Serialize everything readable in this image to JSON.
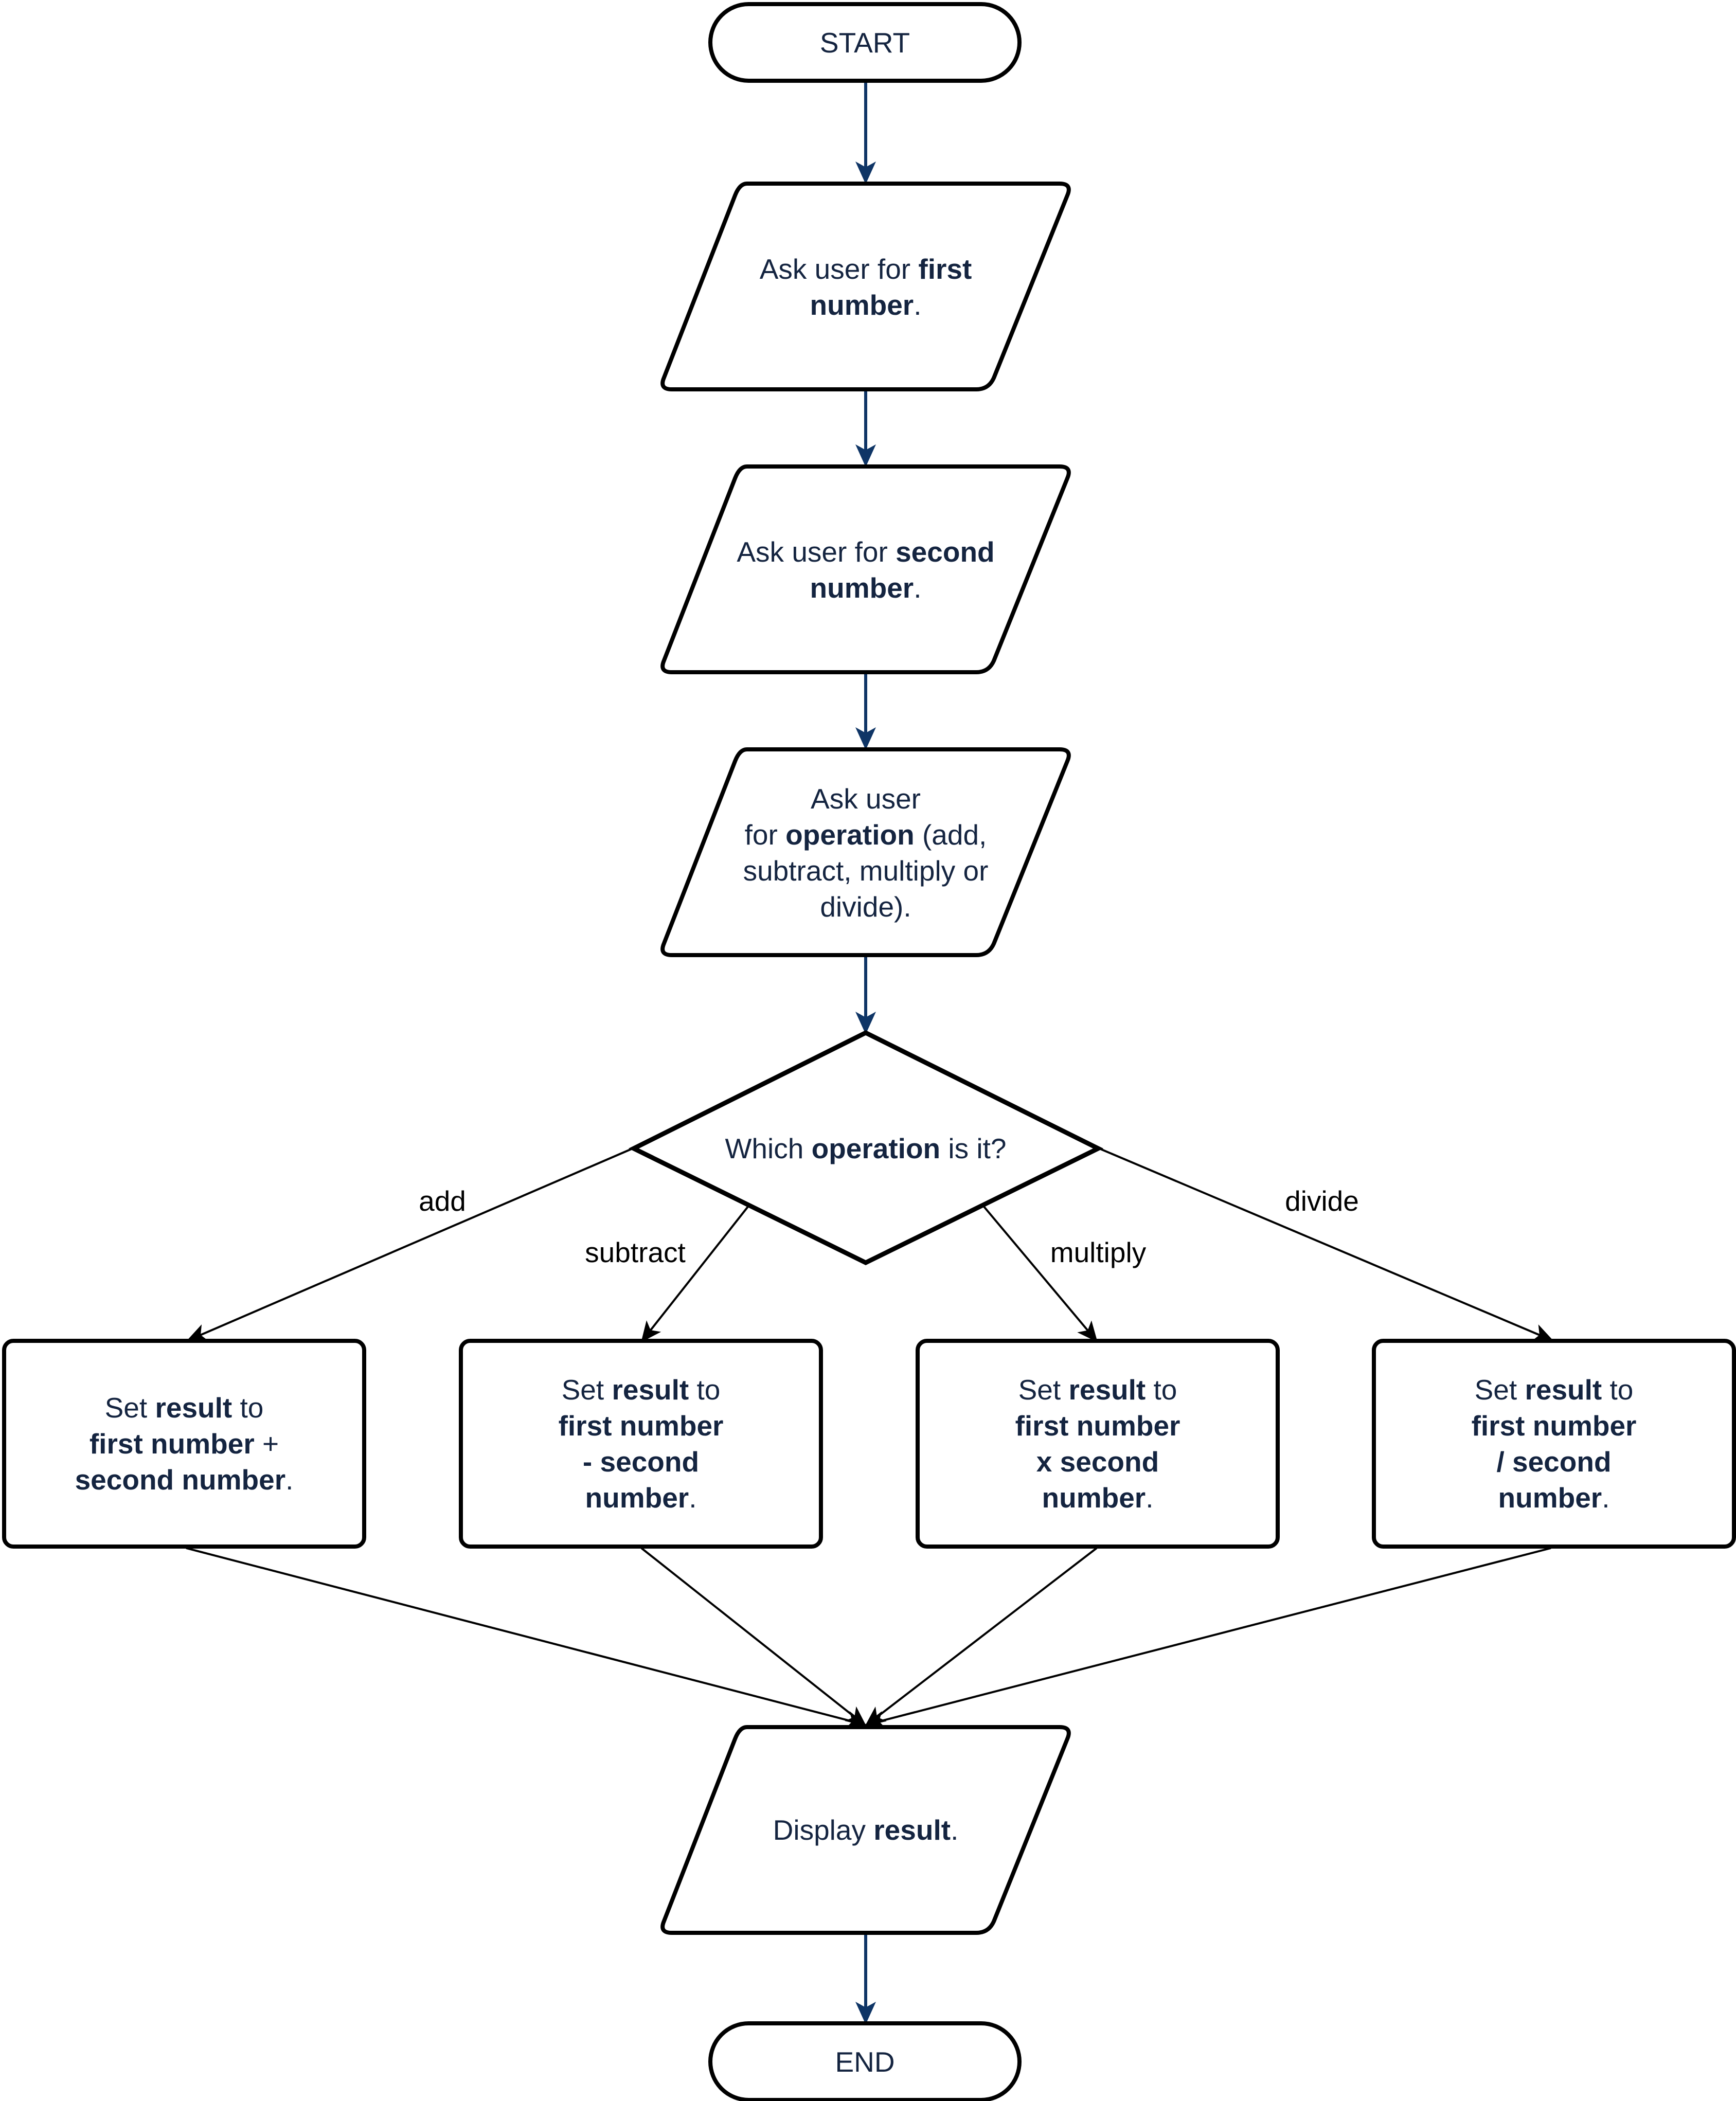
{
  "nodes": {
    "start": {
      "text": "START"
    },
    "input_first": {
      "parts": [
        {
          "t": "Ask user for "
        },
        {
          "t": "first",
          "b": true
        },
        {
          "br": true
        },
        {
          "t": "number",
          "b": true
        },
        {
          "t": "."
        }
      ]
    },
    "input_second": {
      "parts": [
        {
          "t": "Ask user for "
        },
        {
          "t": "second",
          "b": true
        },
        {
          "br": true
        },
        {
          "t": "number",
          "b": true
        },
        {
          "t": "."
        }
      ]
    },
    "input_operation": {
      "parts": [
        {
          "t": "Ask user"
        },
        {
          "br": true
        },
        {
          "t": "for "
        },
        {
          "t": "operation",
          "b": true
        },
        {
          "t": " (add,"
        },
        {
          "br": true
        },
        {
          "t": "subtract, multiply or"
        },
        {
          "br": true
        },
        {
          "t": "divide)."
        }
      ]
    },
    "decision": {
      "parts": [
        {
          "t": "Which "
        },
        {
          "t": "operation",
          "b": true
        },
        {
          "t": " is it?"
        }
      ]
    },
    "process_add": {
      "parts": [
        {
          "t": "Set "
        },
        {
          "t": "result",
          "b": true
        },
        {
          "t": " to"
        },
        {
          "br": true
        },
        {
          "t": "first number",
          "b": true
        },
        {
          "t": " +"
        },
        {
          "br": true
        },
        {
          "t": "second number",
          "b": true
        },
        {
          "t": "."
        }
      ]
    },
    "process_subtract": {
      "parts": [
        {
          "t": "Set "
        },
        {
          "t": "result",
          "b": true
        },
        {
          "t": " to"
        },
        {
          "br": true
        },
        {
          "t": "first number",
          "b": true
        },
        {
          "br": true
        },
        {
          "t": "- second",
          "b": true
        },
        {
          "br": true
        },
        {
          "t": "number",
          "b": true
        },
        {
          "t": "."
        }
      ]
    },
    "process_multiply": {
      "parts": [
        {
          "t": "Set "
        },
        {
          "t": "result",
          "b": true
        },
        {
          "t": " to"
        },
        {
          "br": true
        },
        {
          "t": "first number",
          "b": true
        },
        {
          "br": true
        },
        {
          "t": "x second",
          "b": true
        },
        {
          "br": true
        },
        {
          "t": "number",
          "b": true
        },
        {
          "t": "."
        }
      ]
    },
    "process_divide": {
      "parts": [
        {
          "t": "Set "
        },
        {
          "t": "result",
          "b": true
        },
        {
          "t": " to"
        },
        {
          "br": true
        },
        {
          "t": "first number",
          "b": true
        },
        {
          "br": true
        },
        {
          "t": "/ second",
          "b": true
        },
        {
          "br": true
        },
        {
          "t": "number",
          "b": true
        },
        {
          "t": "."
        }
      ]
    },
    "output": {
      "parts": [
        {
          "t": "Display "
        },
        {
          "t": "result",
          "b": true
        },
        {
          "t": "."
        }
      ]
    },
    "end": {
      "text": "END"
    }
  },
  "edge_labels": {
    "add": "add",
    "subtract": "subtract",
    "multiply": "multiply",
    "divide": "divide"
  },
  "colors": {
    "flow_arrow": "#0f3566",
    "shape_stroke": "#000000",
    "text": "#142440",
    "background": "#ffffff"
  }
}
